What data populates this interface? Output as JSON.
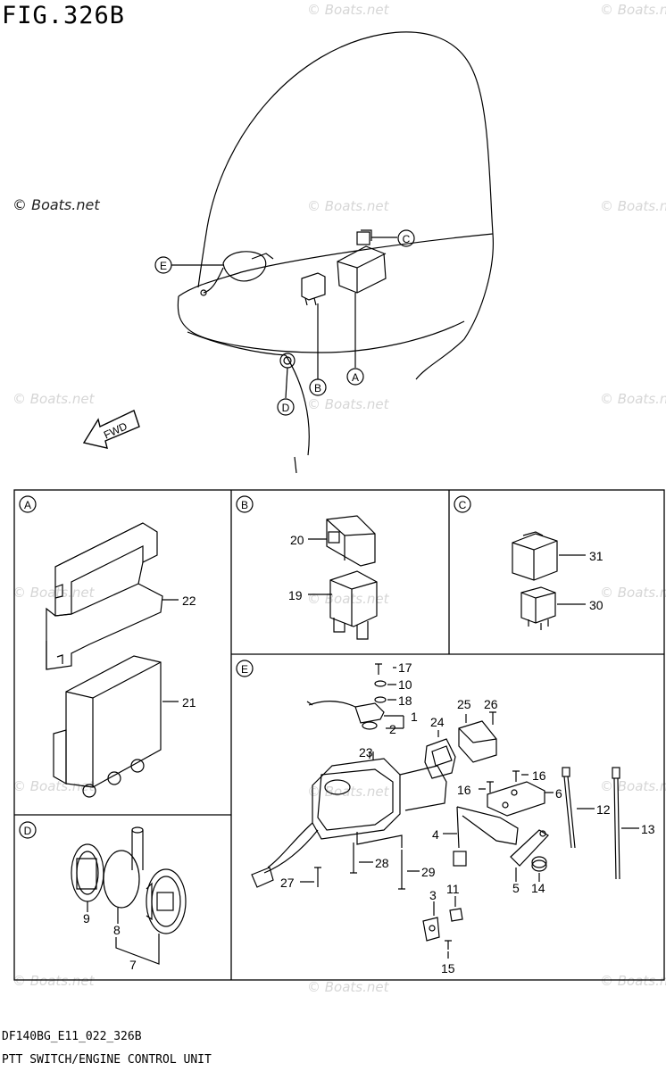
{
  "figure": {
    "title": "FIG.326B",
    "code": "DF140BG_E11_022_326B",
    "caption": "PTT SWITCH/ENGINE CONTROL UNIT"
  },
  "watermark": {
    "main": "© Boats.net",
    "faded": "© Boats.net"
  },
  "fwd_label": "FWD",
  "callouts": {
    "A": "A",
    "B": "B",
    "C": "C",
    "D": "D",
    "E": "E"
  },
  "panels": {
    "A": {
      "letter": "A",
      "parts": [
        "22",
        "21"
      ]
    },
    "B": {
      "letter": "B",
      "parts": [
        "20",
        "19"
      ]
    },
    "C": {
      "letter": "C",
      "parts": [
        "31",
        "30"
      ]
    },
    "D": {
      "letter": "D",
      "parts": [
        "9",
        "8",
        "7"
      ]
    },
    "E": {
      "letter": "E",
      "parts": [
        "17",
        "10",
        "18",
        "1",
        "2",
        "23",
        "24",
        "25",
        "26",
        "16",
        "16",
        "6",
        "12",
        "13",
        "4",
        "5",
        "14",
        "28",
        "29",
        "27",
        "3",
        "11",
        "15"
      ]
    }
  }
}
